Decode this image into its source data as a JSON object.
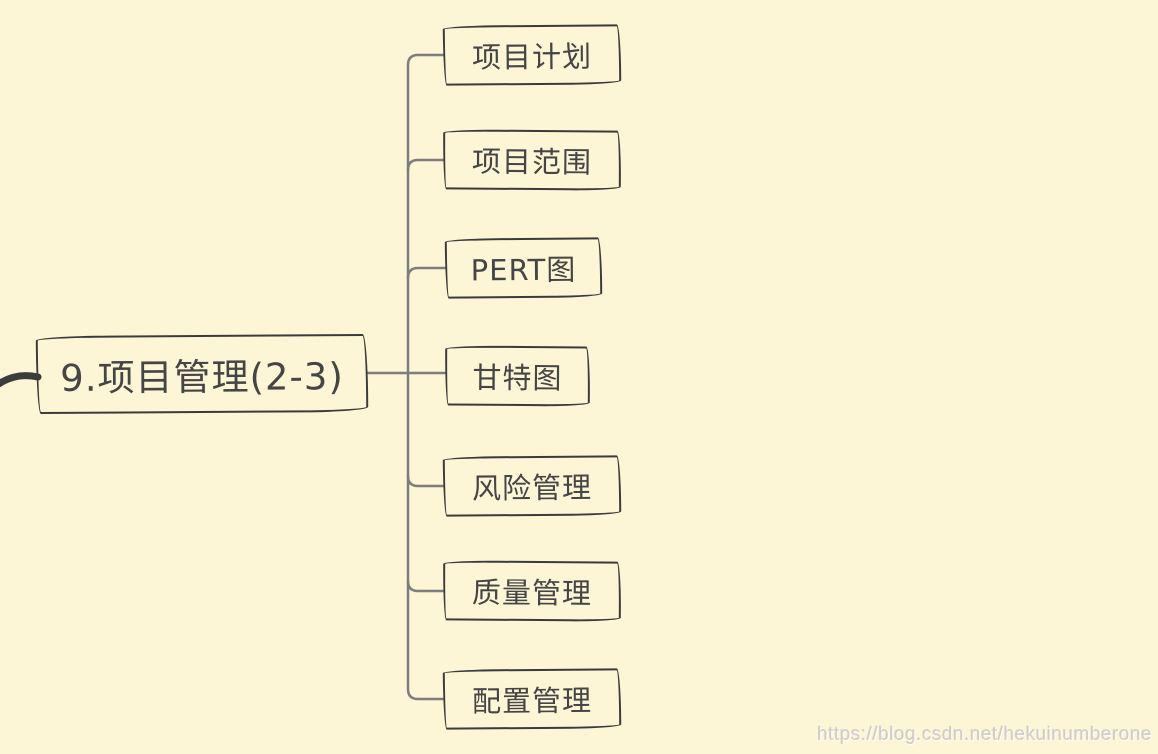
{
  "page": {
    "type": "mindmap",
    "background_color": "#FCF5D6"
  },
  "root_node": {
    "label": "9.项目管理(2-3)"
  },
  "child_nodes": [
    {
      "label": "项目计划"
    },
    {
      "label": "项目范围"
    },
    {
      "label": "PERT图"
    },
    {
      "label": "甘特图"
    },
    {
      "label": "风险管理"
    },
    {
      "label": "质量管理"
    },
    {
      "label": "配置管理"
    }
  ],
  "watermark": {
    "text": "https://blog.csdn.net/hekuinumberone"
  },
  "colors": {
    "background": "#FCF5D6",
    "node_border": "#3B3B3B",
    "node_text": "#454545",
    "connector_line": "#7D7D7D",
    "parent_edge": "#3C3C3C",
    "watermark_text": "#C9C9C4"
  }
}
